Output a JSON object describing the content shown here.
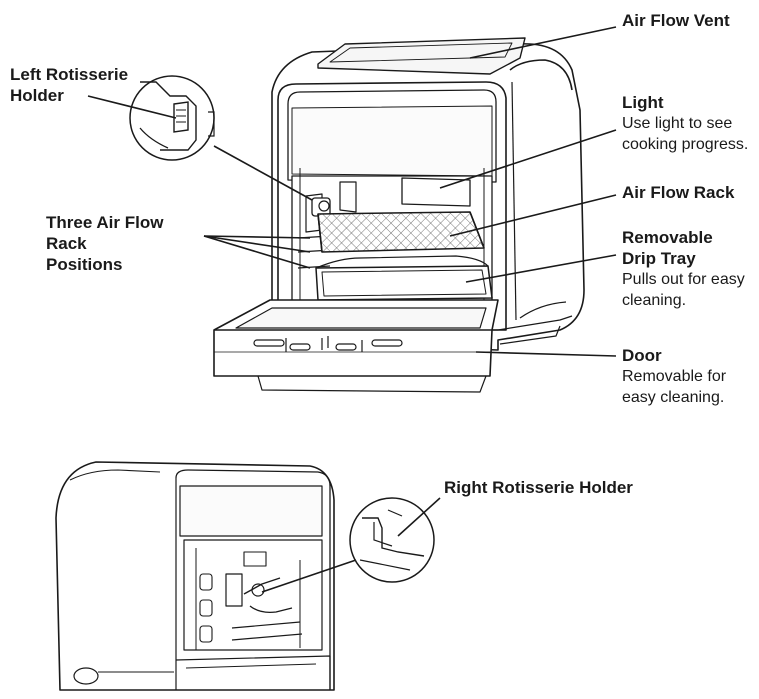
{
  "labels": {
    "air_flow_vent": {
      "title": "Air Flow Vent"
    },
    "light": {
      "title": "Light",
      "desc_1": "Use light to see",
      "desc_2": "cooking progress."
    },
    "air_flow_rack": {
      "title": "Air Flow Rack"
    },
    "drip_tray": {
      "title_1": "Removable",
      "title_2": "Drip Tray",
      "desc_1": "Pulls out for easy",
      "desc_2": "cleaning."
    },
    "door": {
      "title": "Door",
      "desc_1": "Removable for",
      "desc_2": "easy cleaning."
    },
    "left_holder": {
      "title_1": "Left Rotisserie",
      "title_2": "Holder"
    },
    "rack_positions": {
      "title_1": "Three Air Flow",
      "title_2": "Rack",
      "title_3": "Positions"
    },
    "right_holder": {
      "title": "Right Rotisserie Holder"
    }
  }
}
